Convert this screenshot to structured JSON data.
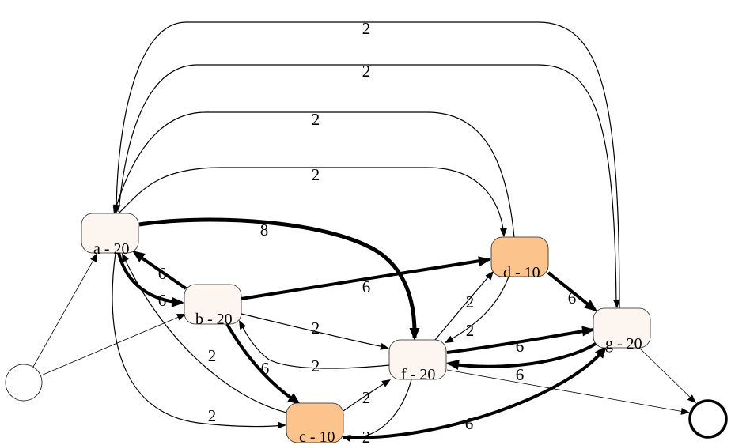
{
  "diagram": {
    "nodes": [
      {
        "id": "a",
        "label": "a - 20",
        "fill": "#fdf6f0"
      },
      {
        "id": "b",
        "label": "b - 20",
        "fill": "#fdf6f0"
      },
      {
        "id": "c",
        "label": "c - 10",
        "fill": "#fcc48c"
      },
      {
        "id": "d",
        "label": "d - 10",
        "fill": "#fcc48c"
      },
      {
        "id": "f",
        "label": "f - 20",
        "fill": "#fdf6f0"
      },
      {
        "id": "g",
        "label": "g - 20",
        "fill": "#fdf6f0"
      },
      {
        "id": "start",
        "label": "",
        "kind": "start"
      },
      {
        "id": "end",
        "label": "",
        "kind": "end"
      }
    ],
    "edges": [
      {
        "from": "g",
        "to": "a",
        "label": "2"
      },
      {
        "from": "a",
        "to": "g",
        "label": "2"
      },
      {
        "from": "d",
        "to": "a",
        "label": "2"
      },
      {
        "from": "a",
        "to": "d",
        "label": "2"
      },
      {
        "from": "a",
        "to": "f",
        "label": "8"
      },
      {
        "from": "b",
        "to": "a",
        "label": "6"
      },
      {
        "from": "a",
        "to": "b",
        "label": "6"
      },
      {
        "from": "b",
        "to": "d",
        "label": "6"
      },
      {
        "from": "d",
        "to": "g",
        "label": "6"
      },
      {
        "from": "b",
        "to": "f",
        "label": "2"
      },
      {
        "from": "f",
        "to": "b",
        "label": "2"
      },
      {
        "from": "f",
        "to": "d",
        "label": "2"
      },
      {
        "from": "d",
        "to": "f",
        "label": "2"
      },
      {
        "from": "a",
        "to": "c",
        "label": "2"
      },
      {
        "from": "c",
        "to": "a",
        "label": "2"
      },
      {
        "from": "b",
        "to": "c",
        "label": "6"
      },
      {
        "from": "c",
        "to": "f",
        "label": "2"
      },
      {
        "from": "f",
        "to": "c",
        "label": "2"
      },
      {
        "from": "f",
        "to": "g",
        "label": "6"
      },
      {
        "from": "g",
        "to": "f",
        "label": "6"
      },
      {
        "from": "c",
        "to": "g",
        "label": "6"
      },
      {
        "from": "start",
        "to": "a",
        "label": ""
      },
      {
        "from": "start",
        "to": "b",
        "label": ""
      },
      {
        "from": "f",
        "to": "end",
        "label": ""
      },
      {
        "from": "g",
        "to": "end",
        "label": ""
      }
    ]
  }
}
